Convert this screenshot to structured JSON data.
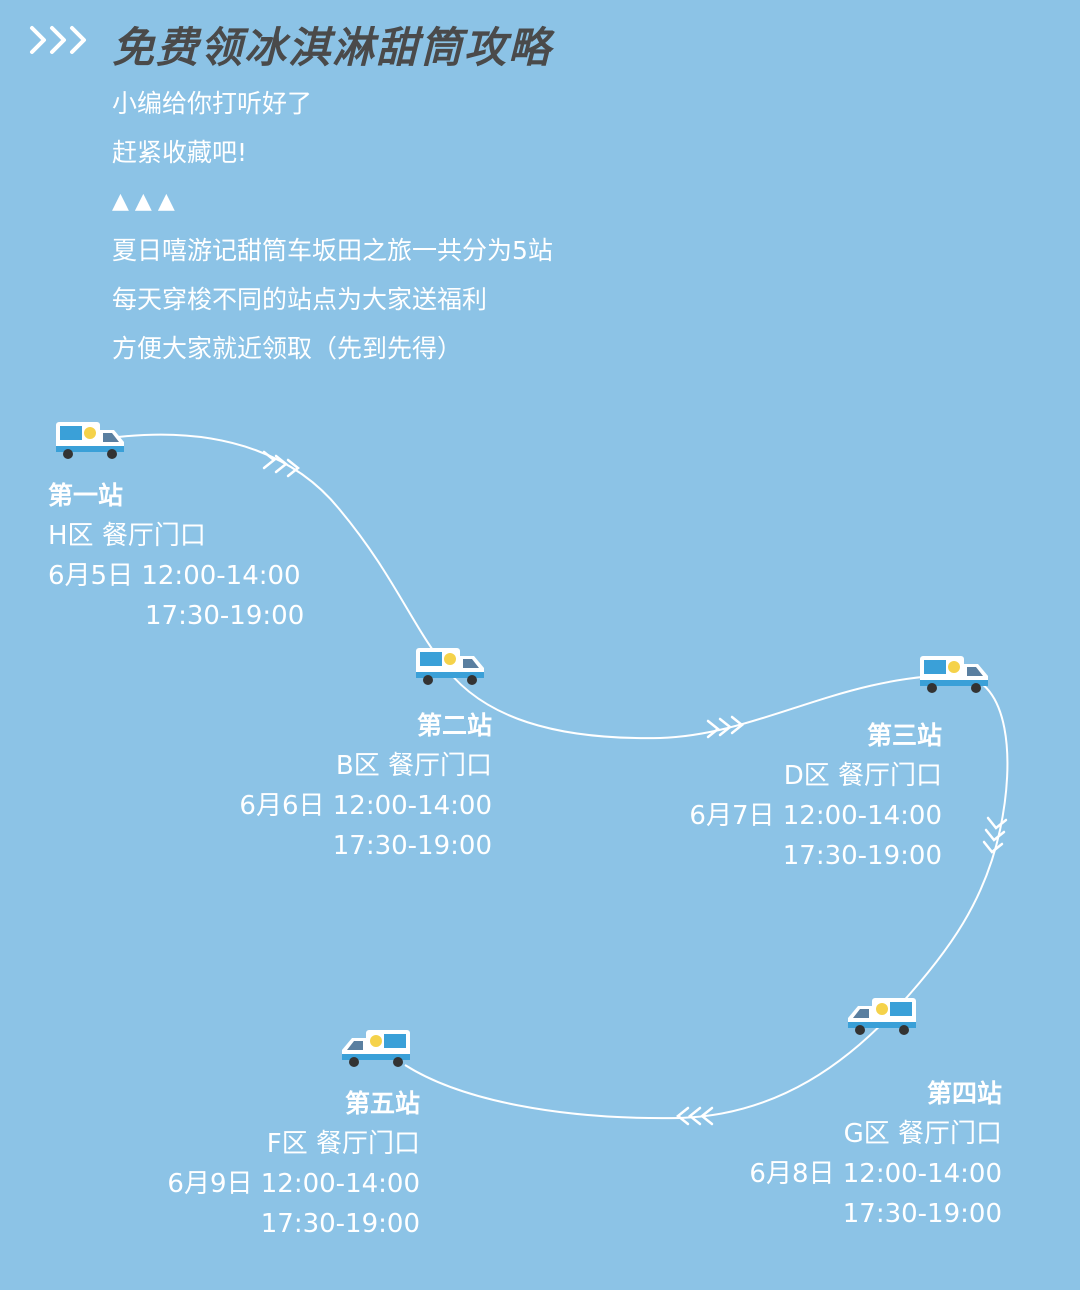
{
  "header": {
    "chevron_icon": "triple-chevron-right-icon",
    "title": "免费领冰淇淋甜筒攻略"
  },
  "intro": {
    "lines": [
      "小编给你打听好了",
      "赶紧收藏吧!",
      "▲▲▲",
      "夏日嘻游记甜筒车坂田之旅一共分为5站",
      "每天穿梭不同的站点为大家送福利",
      "方便大家就近领取（先到先得）"
    ]
  },
  "route": {
    "line_color": "#ffffff",
    "arrow_icon": "triple-chevron-arrow-icon"
  },
  "stations": [
    {
      "name": "第一站",
      "area": "H区 餐厅门口",
      "time1": "6月5日 12:00-14:00",
      "time2": "17:30-19:00"
    },
    {
      "name": "第二站",
      "area": "B区 餐厅门口",
      "time1": "6月6日 12:00-14:00",
      "time2": "17:30-19:00"
    },
    {
      "name": "第三站",
      "area": "D区 餐厅门口",
      "time1": "6月7日 12:00-14:00",
      "time2": "17:30-19:00"
    },
    {
      "name": "第四站",
      "area": "G区 餐厅门口",
      "time1": "6月8日 12:00-14:00",
      "time2": "17:30-19:00"
    },
    {
      "name": "第五站",
      "area": "F区 餐厅门口",
      "time1": "6月9日 12:00-14:00",
      "time2": "17:30-19:00"
    }
  ],
  "colors": {
    "background": "#8cc3e6",
    "title": "#4a4a4a",
    "text": "#ffffff",
    "truck_body": "#ffffff",
    "truck_accent": "#3aa0d8",
    "truck_wheel": "#333333"
  }
}
